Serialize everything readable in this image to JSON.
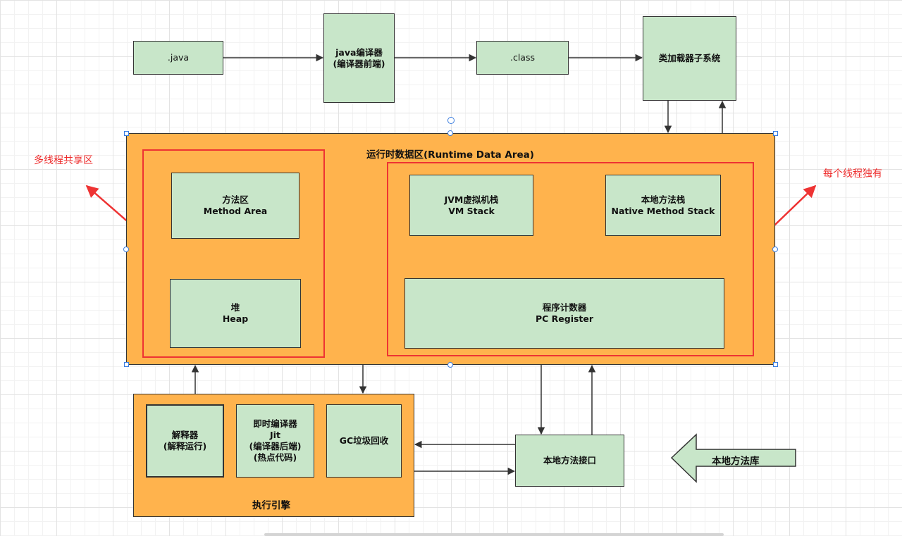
{
  "nodes": {
    "java_src": ".java",
    "javac_line1": "java编译器",
    "javac_line2": "(编译器前端)",
    "class_file": ".class",
    "classloader": "类加载器子系统",
    "runtime_title": "运行时数据区(Runtime Data Area)",
    "method_area_line1": "方法区",
    "method_area_line2": "Method Area",
    "heap_line1": "堆",
    "heap_line2": "Heap",
    "vm_stack_line1": "JVM虚拟机栈",
    "vm_stack_line2": "VM Stack",
    "native_stack_line1": "本地方法栈",
    "native_stack_line2": "Native Method Stack",
    "pc_line1": "程序计数器",
    "pc_line2": "PC Register",
    "engine_title": "执行引擎",
    "interpreter_line1": "解释器",
    "interpreter_line2": "(解释运行)",
    "jit_line1": "即时编译器",
    "jit_line2": "Jit",
    "jit_line3": "(编译器后端)",
    "jit_line4": "(热点代码)",
    "gc": "GC垃圾回收",
    "native_interface": "本地方法接口",
    "native_library": "本地方法库"
  },
  "annotations": {
    "shared": "多线程共享区",
    "per_thread": "每个线程独有"
  },
  "colors": {
    "node_fill": "#c8e6c9",
    "region_fill": "#ffb34d",
    "annotation": "#ee3333",
    "stroke": "#333333"
  }
}
